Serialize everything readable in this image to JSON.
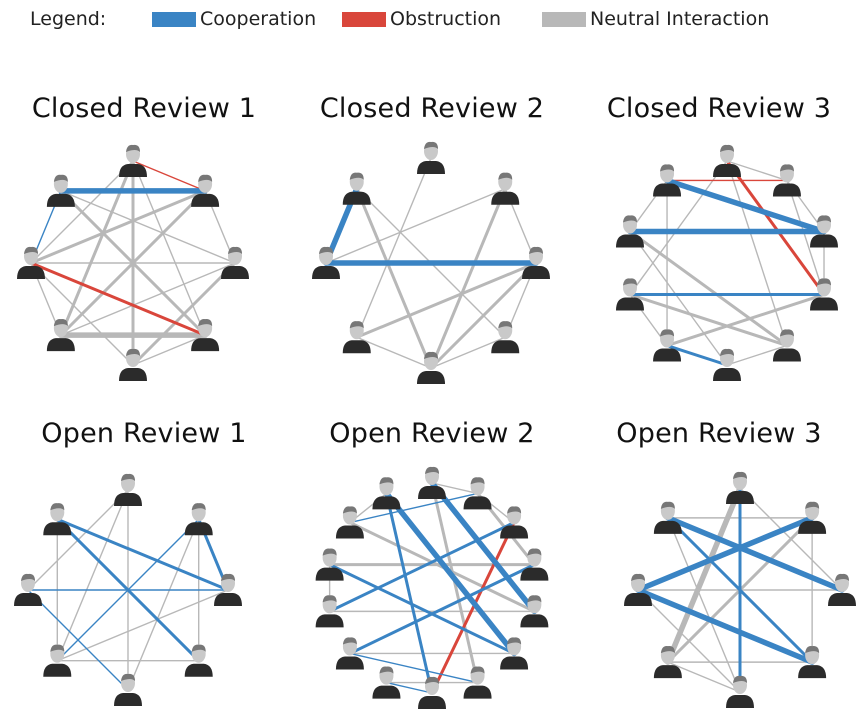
{
  "legend": {
    "label": "Legend:",
    "items": [
      {
        "label": "Cooperation",
        "color": "#3a84c4"
      },
      {
        "label": "Obstruction",
        "color": "#d9463b"
      },
      {
        "label": "Neutral Interaction",
        "color": "#b8b8b8"
      }
    ]
  },
  "colors": {
    "cooperation": "#3a84c4",
    "obstruction": "#d9463b",
    "neutral": "#b8b8b8",
    "person": "#2b2b2b",
    "head": "#c9c9c9"
  },
  "icon": "person-icon",
  "panels": [
    {
      "title": "Closed Review 1",
      "nodes": 8,
      "edges": [
        [
          1,
          7,
          "cooperation",
          "thick"
        ],
        [
          6,
          7,
          "cooperation",
          "thin"
        ],
        [
          3,
          6,
          "obstruction",
          "medium"
        ],
        [
          0,
          1,
          "obstruction",
          "thin"
        ],
        [
          0,
          3,
          "neutral",
          "thin"
        ],
        [
          0,
          5,
          "neutral",
          "medium"
        ],
        [
          0,
          4,
          "neutral",
          "medium"
        ],
        [
          1,
          6,
          "neutral",
          "medium"
        ],
        [
          1,
          5,
          "neutral",
          "medium"
        ],
        [
          2,
          4,
          "neutral",
          "medium"
        ],
        [
          2,
          5,
          "neutral",
          "thin"
        ],
        [
          3,
          7,
          "neutral",
          "medium"
        ],
        [
          3,
          5,
          "neutral",
          "thick"
        ],
        [
          2,
          6,
          "neutral",
          "thin"
        ],
        [
          0,
          6,
          "neutral",
          "thin"
        ],
        [
          7,
          2,
          "neutral",
          "thin"
        ],
        [
          3,
          4,
          "neutral",
          "thin"
        ],
        [
          4,
          6,
          "neutral",
          "thin"
        ],
        [
          5,
          6,
          "neutral",
          "thin"
        ],
        [
          1,
          2,
          "neutral",
          "thin"
        ]
      ]
    },
    {
      "title": "Closed Review 2",
      "nodes": 8,
      "edges": [
        [
          6,
          2,
          "cooperation",
          "thick"
        ],
        [
          6,
          7,
          "cooperation",
          "thick"
        ],
        [
          2,
          4,
          "neutral",
          "medium"
        ],
        [
          1,
          4,
          "neutral",
          "medium"
        ],
        [
          2,
          5,
          "neutral",
          "medium"
        ],
        [
          7,
          4,
          "neutral",
          "medium"
        ],
        [
          5,
          0,
          "neutral",
          "thin"
        ],
        [
          1,
          6,
          "neutral",
          "thin"
        ],
        [
          2,
          3,
          "neutral",
          "thin"
        ],
        [
          7,
          3,
          "neutral",
          "thin"
        ],
        [
          4,
          5,
          "neutral",
          "thin"
        ],
        [
          3,
          4,
          "neutral",
          "thin"
        ],
        [
          1,
          2,
          "neutral",
          "thin"
        ]
      ]
    },
    {
      "title": "Closed Review 3",
      "nodes": 10,
      "edges": [
        [
          8,
          2,
          "cooperation",
          "thick"
        ],
        [
          9,
          2,
          "cooperation",
          "thick"
        ],
        [
          7,
          3,
          "cooperation",
          "medium"
        ],
        [
          6,
          5,
          "cooperation",
          "medium"
        ],
        [
          0,
          3,
          "obstruction",
          "medium"
        ],
        [
          9,
          1,
          "obstruction",
          "thin"
        ],
        [
          0,
          4,
          "neutral",
          "thin"
        ],
        [
          7,
          0,
          "neutral",
          "thin"
        ],
        [
          9,
          6,
          "neutral",
          "thin"
        ],
        [
          8,
          4,
          "neutral",
          "medium"
        ],
        [
          7,
          4,
          "neutral",
          "medium"
        ],
        [
          6,
          3,
          "neutral",
          "medium"
        ],
        [
          1,
          3,
          "neutral",
          "thin"
        ],
        [
          5,
          8,
          "neutral",
          "thin"
        ],
        [
          8,
          9,
          "neutral",
          "thin"
        ],
        [
          4,
          5,
          "neutral",
          "thin"
        ],
        [
          1,
          2,
          "neutral",
          "thin"
        ],
        [
          2,
          3,
          "neutral",
          "thin"
        ],
        [
          6,
          7,
          "neutral",
          "thin"
        ],
        [
          0,
          1,
          "neutral",
          "thin"
        ]
      ]
    },
    {
      "title": "Open Review 1",
      "nodes": 8,
      "edges": [
        [
          1,
          2,
          "cooperation",
          "medium"
        ],
        [
          2,
          6,
          "cooperation",
          "thin"
        ],
        [
          7,
          2,
          "cooperation",
          "medium"
        ],
        [
          7,
          3,
          "cooperation",
          "medium"
        ],
        [
          6,
          4,
          "cooperation",
          "thin"
        ],
        [
          1,
          5,
          "cooperation",
          "thin"
        ],
        [
          0,
          4,
          "neutral",
          "thin"
        ],
        [
          0,
          5,
          "neutral",
          "thin"
        ],
        [
          1,
          3,
          "neutral",
          "thin"
        ],
        [
          1,
          4,
          "neutral",
          "thin"
        ],
        [
          2,
          5,
          "neutral",
          "thin"
        ],
        [
          3,
          5,
          "neutral",
          "thin"
        ],
        [
          6,
          0,
          "neutral",
          "thin"
        ],
        [
          7,
          5,
          "neutral",
          "thin"
        ]
      ]
    },
    {
      "title": "Open Review 2",
      "nodes": 14,
      "edges": [
        [
          0,
          4,
          "cooperation",
          "thick"
        ],
        [
          13,
          5,
          "cooperation",
          "thick"
        ],
        [
          11,
          5,
          "cooperation",
          "medium"
        ],
        [
          10,
          2,
          "cooperation",
          "medium"
        ],
        [
          12,
          1,
          "cooperation",
          "thin"
        ],
        [
          9,
          3,
          "cooperation",
          "medium"
        ],
        [
          8,
          7,
          "cooperation",
          "thin"
        ],
        [
          7,
          13,
          "cooperation",
          "medium"
        ],
        [
          6,
          9,
          "cooperation",
          "thin"
        ],
        [
          2,
          7,
          "obstruction",
          "medium"
        ],
        [
          0,
          1,
          "neutral",
          "thin"
        ],
        [
          1,
          3,
          "neutral",
          "medium"
        ],
        [
          0,
          6,
          "neutral",
          "medium"
        ],
        [
          12,
          4,
          "neutral",
          "medium"
        ],
        [
          11,
          3,
          "neutral",
          "medium"
        ],
        [
          10,
          4,
          "neutral",
          "thin"
        ],
        [
          9,
          5,
          "neutral",
          "thin"
        ],
        [
          8,
          6,
          "neutral",
          "thin"
        ],
        [
          1,
          2,
          "neutral",
          "thin"
        ],
        [
          12,
          13,
          "neutral",
          "thin"
        ],
        [
          10,
          11,
          "neutral",
          "thin"
        ]
      ]
    },
    {
      "title": "Open Review 3",
      "nodes": 8,
      "edges": [
        [
          0,
          4,
          "cooperation",
          "medium"
        ],
        [
          7,
          2,
          "cooperation",
          "thick"
        ],
        [
          6,
          1,
          "cooperation",
          "thick"
        ],
        [
          6,
          3,
          "cooperation",
          "thick"
        ],
        [
          7,
          3,
          "cooperation",
          "medium"
        ],
        [
          5,
          1,
          "neutral",
          "medium"
        ],
        [
          5,
          0,
          "neutral",
          "thick"
        ],
        [
          7,
          1,
          "neutral",
          "thin"
        ],
        [
          6,
          2,
          "neutral",
          "thin"
        ],
        [
          0,
          2,
          "neutral",
          "thin"
        ],
        [
          1,
          3,
          "neutral",
          "thin"
        ],
        [
          4,
          5,
          "neutral",
          "thin"
        ],
        [
          3,
          5,
          "neutral",
          "thin"
        ],
        [
          4,
          6,
          "neutral",
          "thin"
        ],
        [
          7,
          4,
          "neutral",
          "thin"
        ]
      ]
    }
  ]
}
